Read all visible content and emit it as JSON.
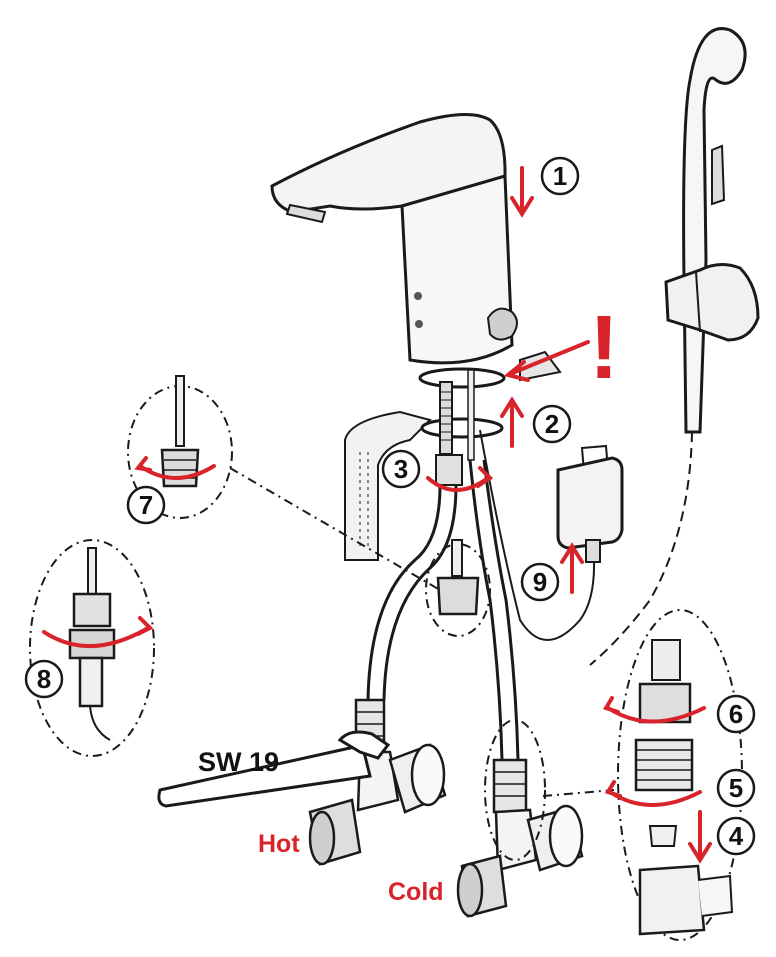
{
  "diagram": {
    "steps": [
      {
        "id": "1",
        "label": "1"
      },
      {
        "id": "2",
        "label": "2"
      },
      {
        "id": "3",
        "label": "3"
      },
      {
        "id": "4",
        "label": "4"
      },
      {
        "id": "5",
        "label": "5"
      },
      {
        "id": "6",
        "label": "6"
      },
      {
        "id": "7",
        "label": "7"
      },
      {
        "id": "8",
        "label": "8"
      },
      {
        "id": "9",
        "label": "9"
      }
    ],
    "tool_label": "SW 19",
    "hot_label": "Hot",
    "cold_label": "Cold",
    "warning_symbol": "!"
  },
  "colors": {
    "accent_red": "#d8232a",
    "line": "#1a1a1a",
    "fill_grey": "#efefef",
    "fill_white": "#ffffff"
  }
}
